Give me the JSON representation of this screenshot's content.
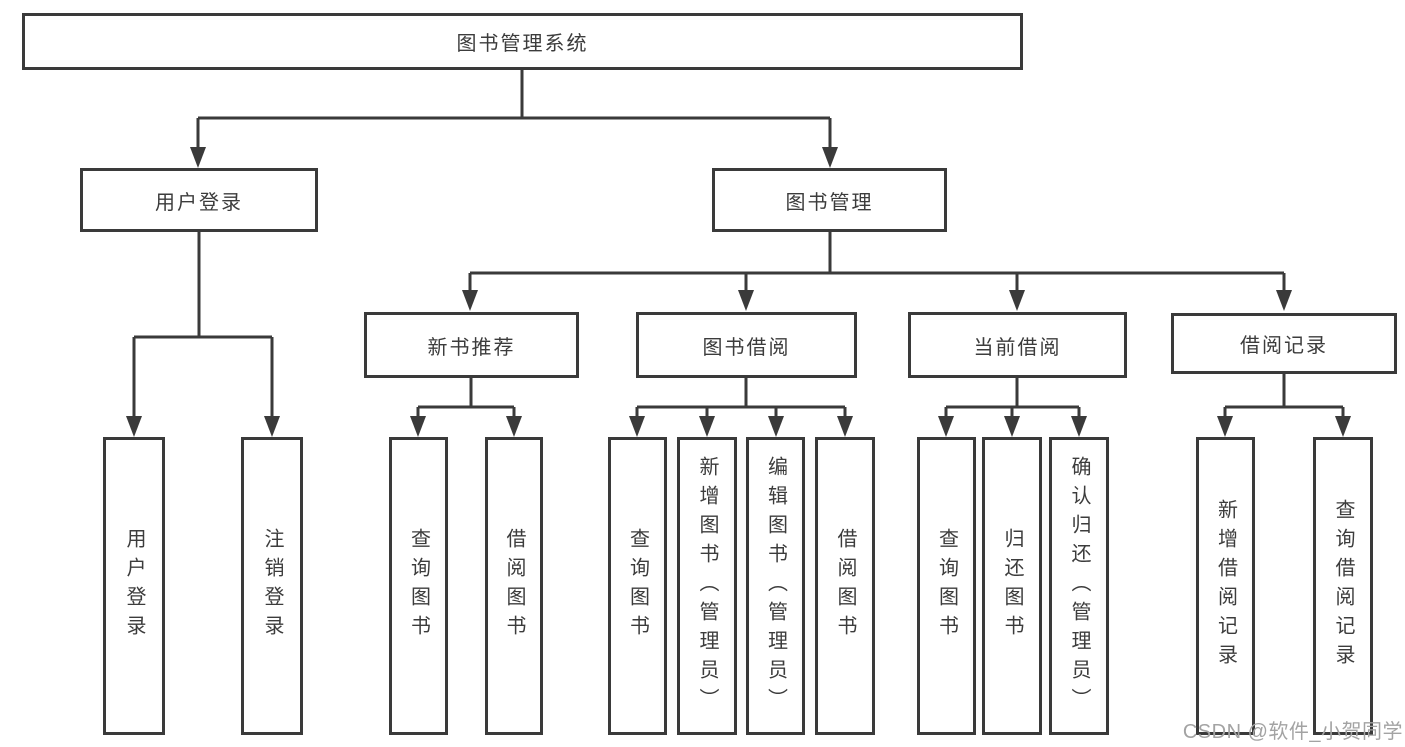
{
  "diagram": {
    "root": {
      "label": "图书管理系统"
    },
    "level2": [
      {
        "label": "用户登录"
      },
      {
        "label": "图书管理"
      }
    ],
    "level3": [
      {
        "label": "新书推荐"
      },
      {
        "label": "图书借阅"
      },
      {
        "label": "当前借阅"
      },
      {
        "label": "借阅记录"
      }
    ],
    "leaves": [
      {
        "label": "用户登录"
      },
      {
        "label": "注销登录"
      },
      {
        "label": "查询图书"
      },
      {
        "label": "借阅图书"
      },
      {
        "label": "查询图书"
      },
      {
        "label": "新增图书（管理员）"
      },
      {
        "label": "编辑图书（管理员）"
      },
      {
        "label": "借阅图书"
      },
      {
        "label": "查询图书"
      },
      {
        "label": "归还图书"
      },
      {
        "label": "确认归还（管理员）"
      },
      {
        "label": "新增借阅记录"
      },
      {
        "label": "查询借阅记录"
      }
    ]
  },
  "watermark": {
    "text": "CSDN @软件_小贺同学"
  },
  "colors": {
    "line": "#3a3a3a",
    "text": "#3c3c3c",
    "watermark": "#a3a3a3",
    "background": "#ffffff"
  }
}
